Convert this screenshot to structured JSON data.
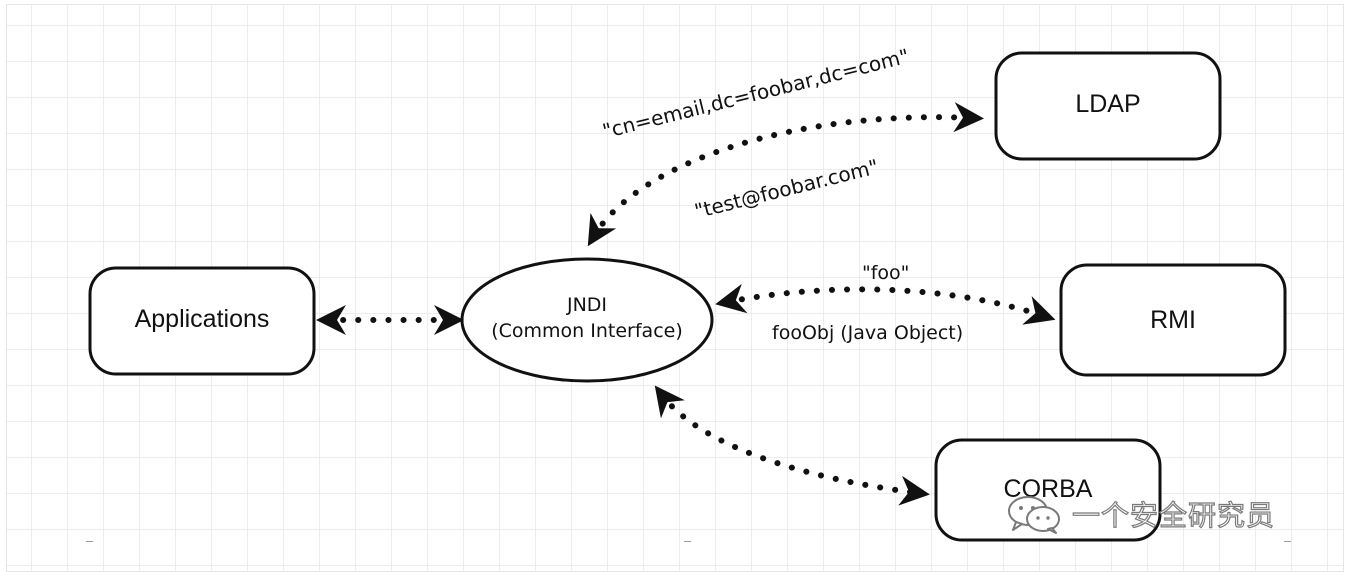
{
  "nodes": {
    "applications": "Applications",
    "jndi_line1": "JNDI",
    "jndi_line2": "(Common Interface)",
    "ldap": "LDAP",
    "rmi": "RMI",
    "corba": "CORBA"
  },
  "edge_labels": {
    "ldap_request": "\"cn=email,dc=foobar,dc=com\"",
    "ldap_response": "\"test@foobar.com\"",
    "rmi_request": "\"foo\"",
    "rmi_response": "fooObj (Java Object)"
  },
  "watermark": {
    "text": "一个安全研究员",
    "icon": "wechat-icon"
  },
  "colors": {
    "ink": "#111111",
    "grid": "#ececec"
  }
}
